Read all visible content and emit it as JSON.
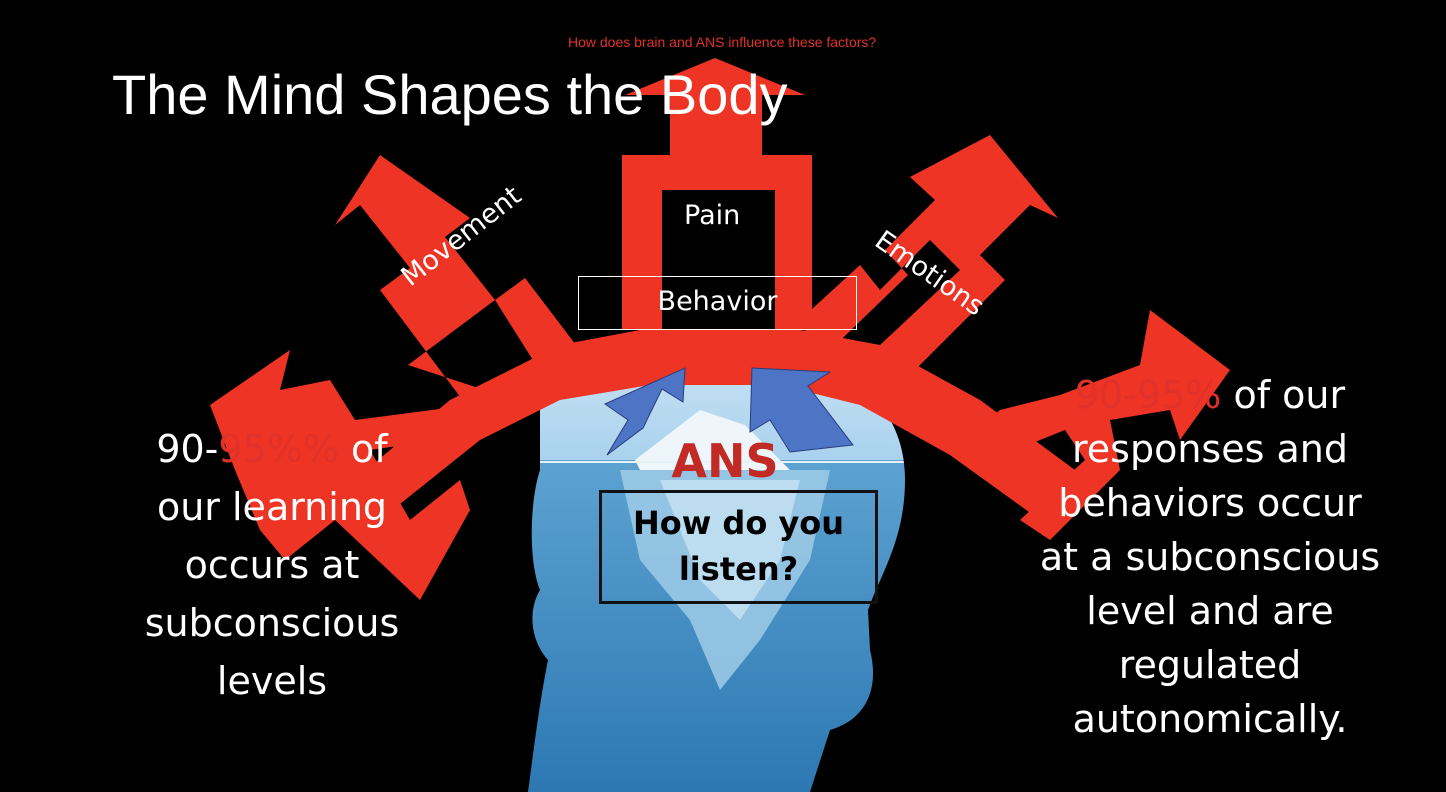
{
  "slide": {
    "title": "The Mind Shapes the Body",
    "question": "How does brain and ANS influence these factors?",
    "labels": {
      "pain": "Pain",
      "behavior": "Behavior",
      "movement": "Movement",
      "emotions": "Emotions"
    },
    "center": {
      "ans": "ANS",
      "listen_line1": "How do you",
      "listen_line2": "listen?"
    },
    "left_text": {
      "pct_prefix": "90-",
      "pct_highlight": "95%%",
      "line1_rest": " of",
      "line2": "our learning",
      "line3": "occurs at",
      "line4": "subconscious",
      "line5": "levels"
    },
    "right_text": {
      "pct_highlight": "90-95%",
      "line1_rest": " of our",
      "line2": "responses and",
      "line3": "behaviors occur",
      "line4": "at a subconscious",
      "line5": "level and are",
      "line6": "regulated",
      "line7": "autonomically."
    },
    "colors": {
      "arrow": "#ee3424",
      "highlight": "#e0322a",
      "ans": "#c12a25",
      "background": "#000000"
    }
  }
}
